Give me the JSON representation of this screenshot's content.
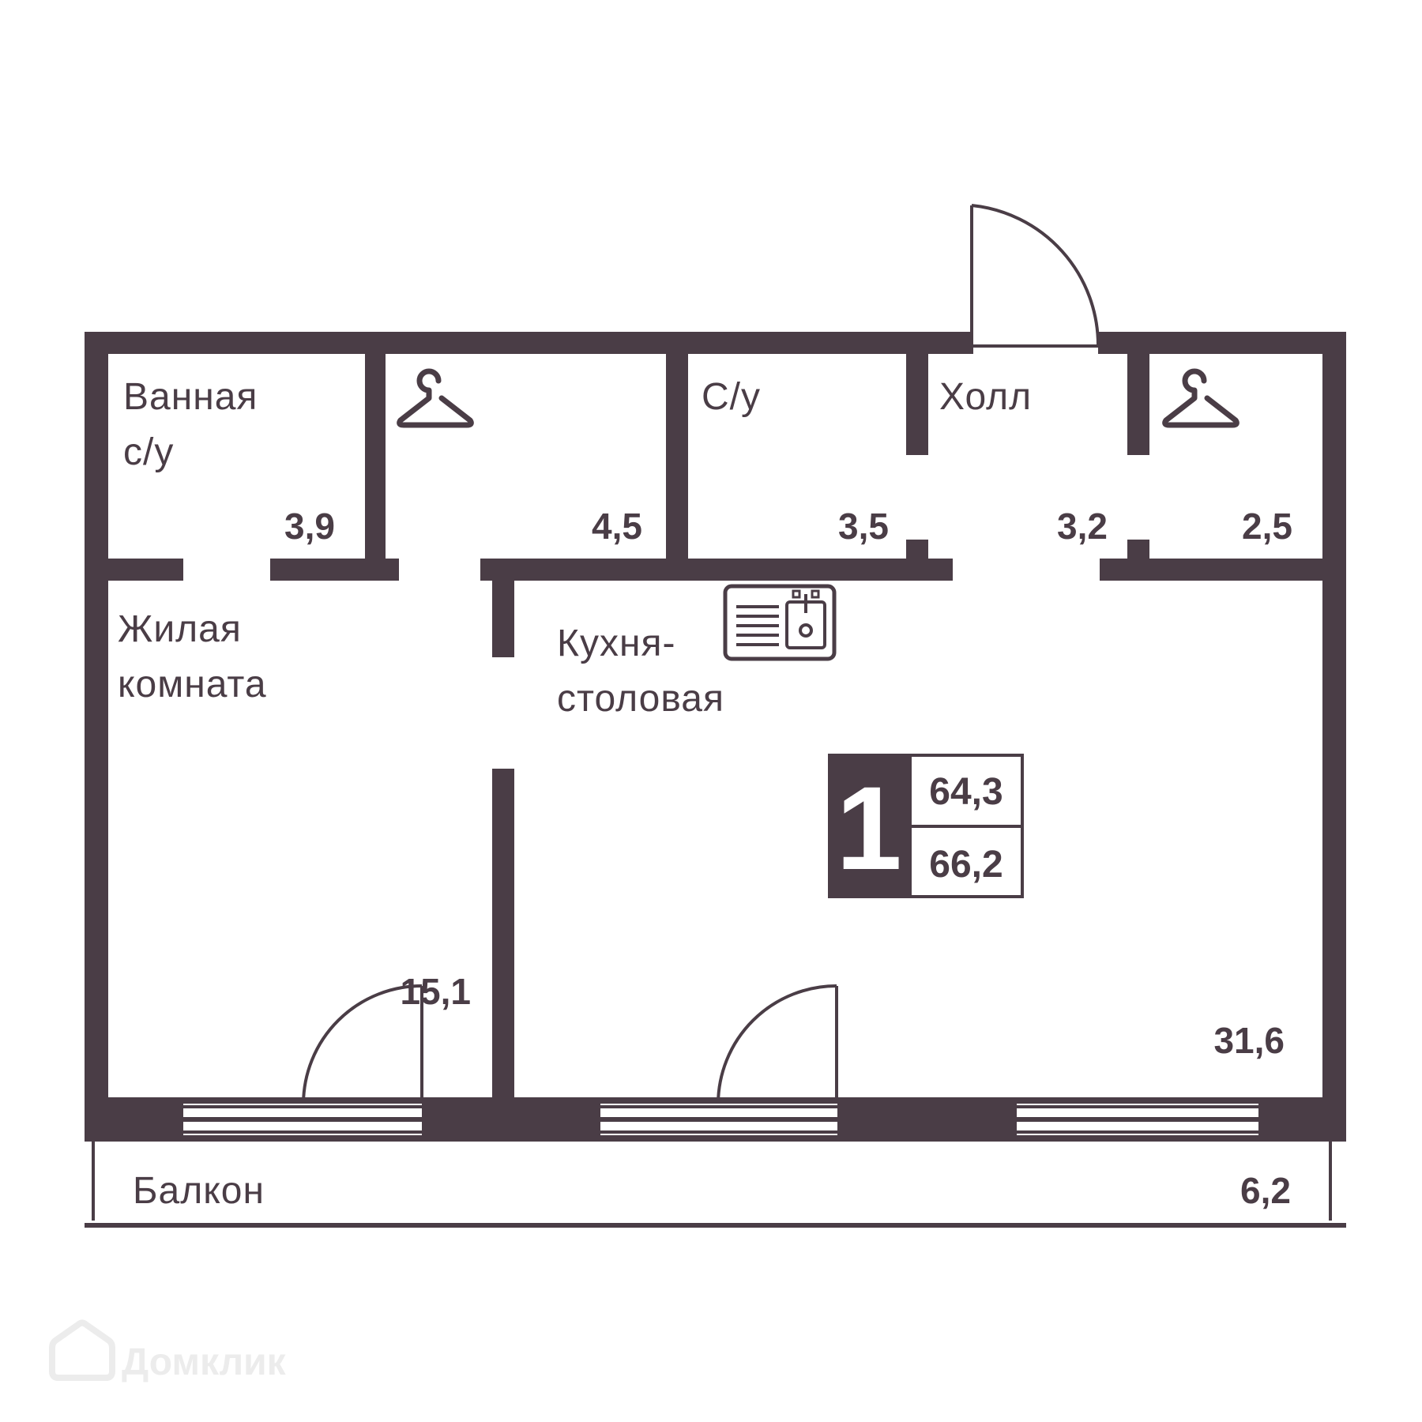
{
  "rooms": {
    "bathroom": {
      "label_line1": "Ванная",
      "label_line2": "с/у",
      "area": "3,9"
    },
    "wardrobe_left": {
      "area": "4,5"
    },
    "wc": {
      "label": "С/у",
      "area": "3,5"
    },
    "hall": {
      "label": "Холл",
      "area": "3,2"
    },
    "wardrobe_right": {
      "area": "2,5"
    },
    "living": {
      "label_line1": "Жилая",
      "label_line2": "комната",
      "area": "15,1"
    },
    "kitchen": {
      "label_line1": "Кухня-",
      "label_line2": "столовая",
      "area": "31,6"
    },
    "balcony": {
      "label": "Балкон",
      "area": "6,2"
    }
  },
  "summary": {
    "rooms_count": "1",
    "living_total": "64,3",
    "total_area": "66,2"
  },
  "icons": [
    "hanger-icon",
    "sink-icon",
    "house-logo-icon"
  ],
  "watermark": {
    "text": "Домклик"
  },
  "colors": {
    "wall": "#4a3d46",
    "background": "#ffffff",
    "watermark": "#ececec"
  }
}
